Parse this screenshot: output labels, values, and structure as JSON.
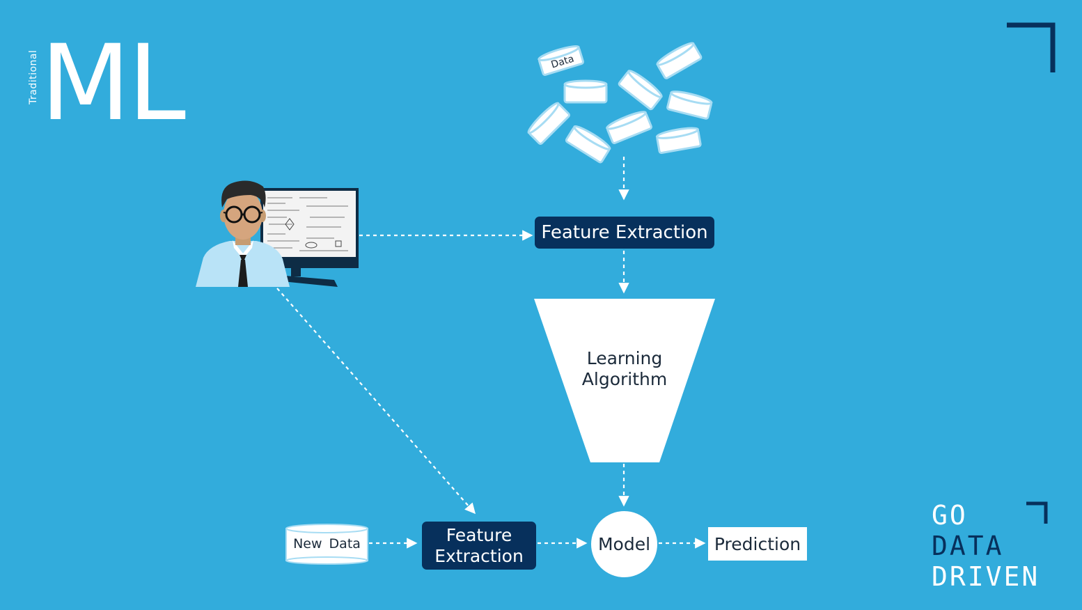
{
  "header": {
    "subtitle": "Traditional",
    "title": "ML"
  },
  "diagram": {
    "data_label": "Data",
    "feature_extraction_top": "Feature Extraction",
    "learning_algorithm": [
      "Learning",
      "Algorithm"
    ],
    "new_data": "New Data",
    "feature_extraction_bottom": [
      "Feature",
      "Extraction"
    ],
    "model": "Model",
    "prediction": "Prediction"
  },
  "logo": {
    "line1": "GO",
    "line2": "DATA",
    "line3": "DRIVEN"
  },
  "colors": {
    "background": "#32acdc",
    "dark_box": "#07305c",
    "white": "#ffffff",
    "text_dark": "#1b2a3a",
    "disk_edge": "#a7dcf3"
  }
}
